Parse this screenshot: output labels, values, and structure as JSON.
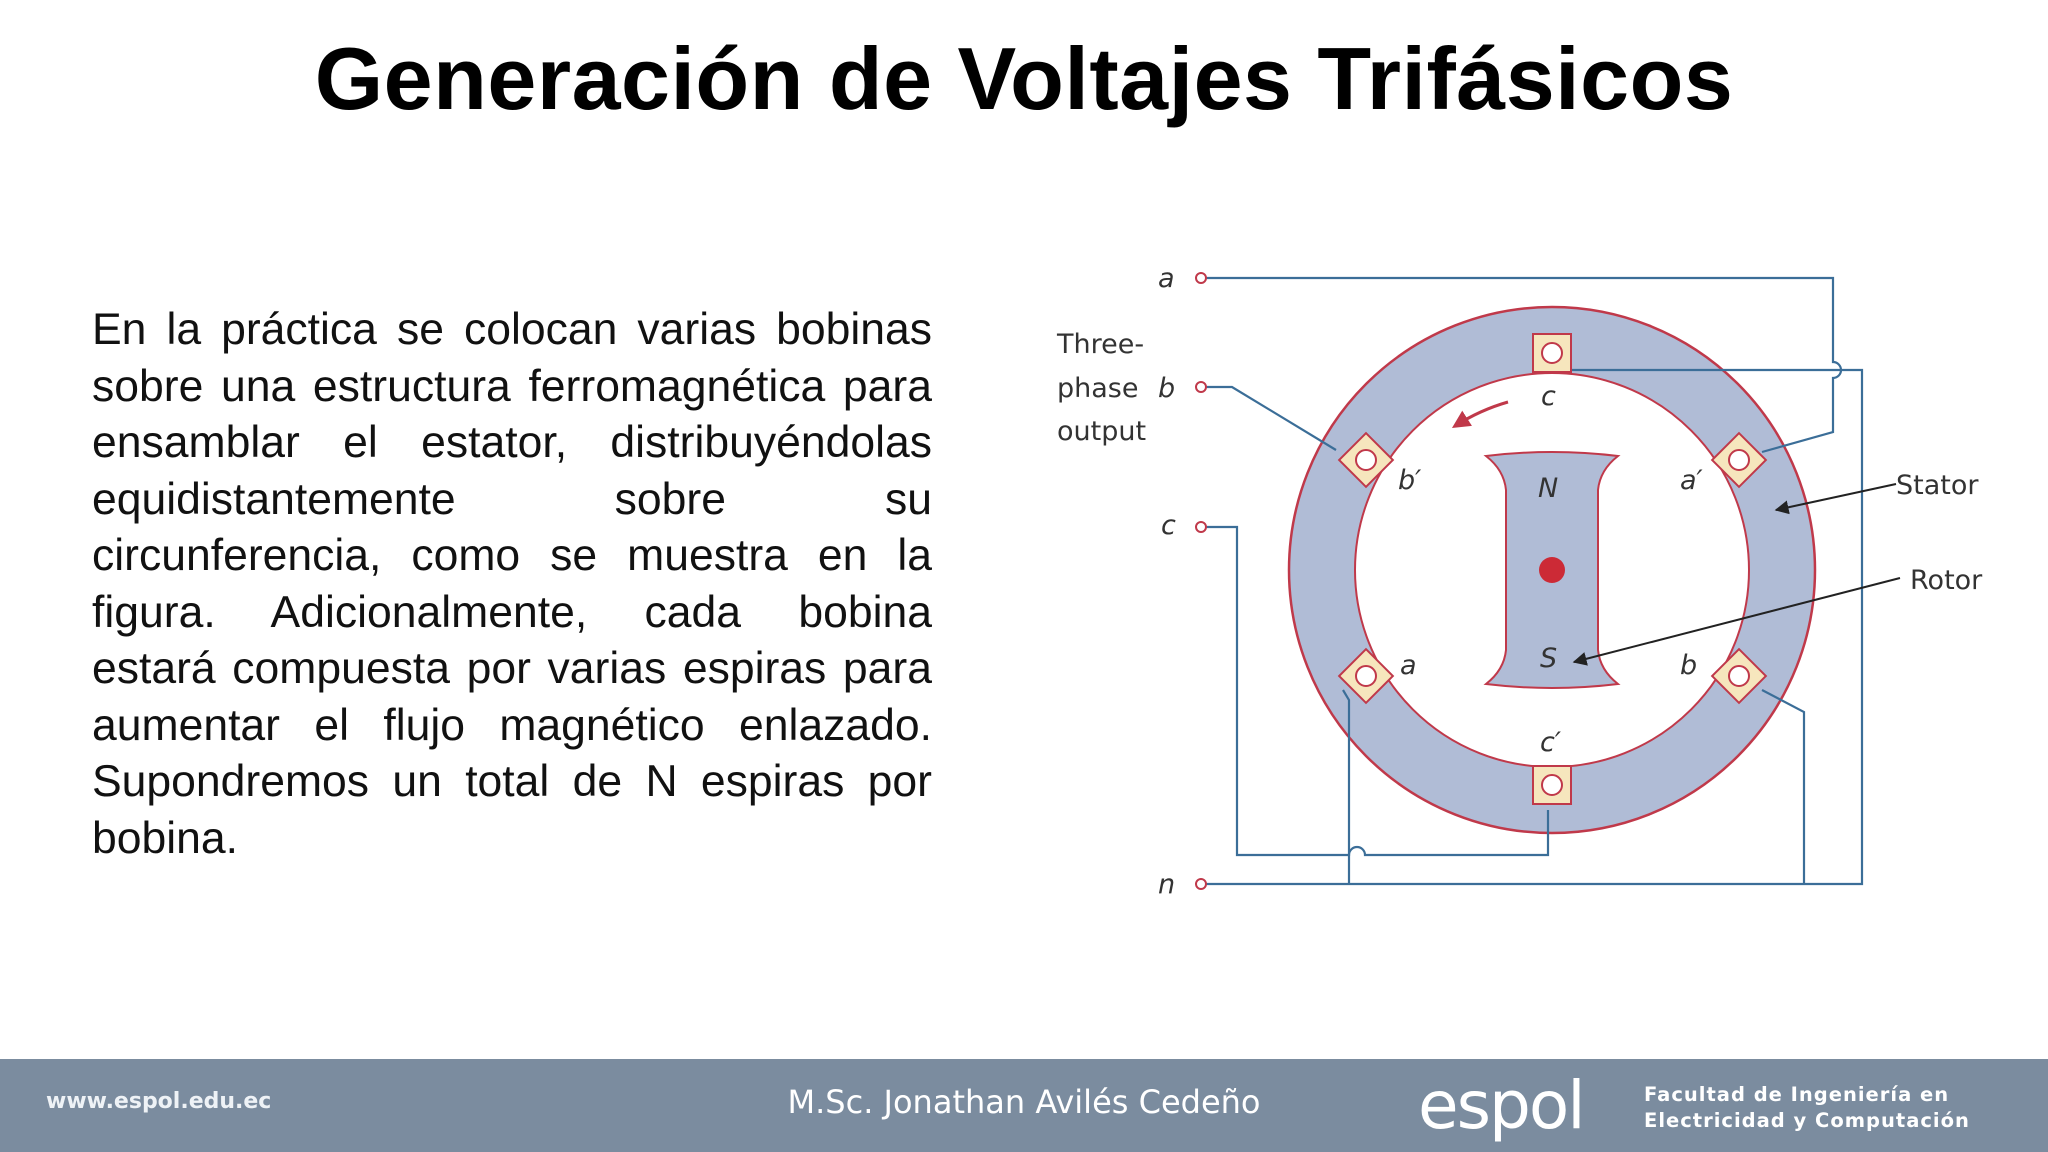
{
  "slide": {
    "title": "Generación de Voltajes Trifásicos",
    "paragraph": "En la práctica se colocan varias bobinas sobre una estructura ferromagnética para ensamblar el estator, distribuyéndolas equidistantemente sobre su circunferencia, como se muestra en la figura. Adicionalmente, cada bobina estará compuesta por varias espiras para aumentar el flujo magnético enlazado. Supondremos un total de N espiras por bobina."
  },
  "figure": {
    "terminal_a": "a",
    "terminal_b": "b",
    "terminal_c": "c",
    "terminal_n": "n",
    "output_line1": "Three-",
    "output_line2": "phase",
    "output_line3": "output",
    "stator_label": "Stator",
    "rotor_label": "Rotor",
    "pole_n": "N",
    "pole_s": "S",
    "coil_c": "c",
    "coil_c_prime": "c′",
    "coil_a": "a",
    "coil_a_prime": "a′",
    "coil_b": "b",
    "coil_b_prime": "b′",
    "colors": {
      "stator": "#b0bcd6",
      "rim": "#c0394a",
      "wire": "#3b6e98",
      "slot": "#f6e6bd",
      "rotor_dot": "#cc2a36"
    }
  },
  "footer": {
    "url": "www.espol.edu.ec",
    "author": "M.Sc. Jonathan Avilés Cedeño",
    "logo": "espol",
    "faculty_line1": "Facultad de Ingeniería en",
    "faculty_line2": "Electricidad y Computación",
    "background": "#7b8c9f"
  }
}
